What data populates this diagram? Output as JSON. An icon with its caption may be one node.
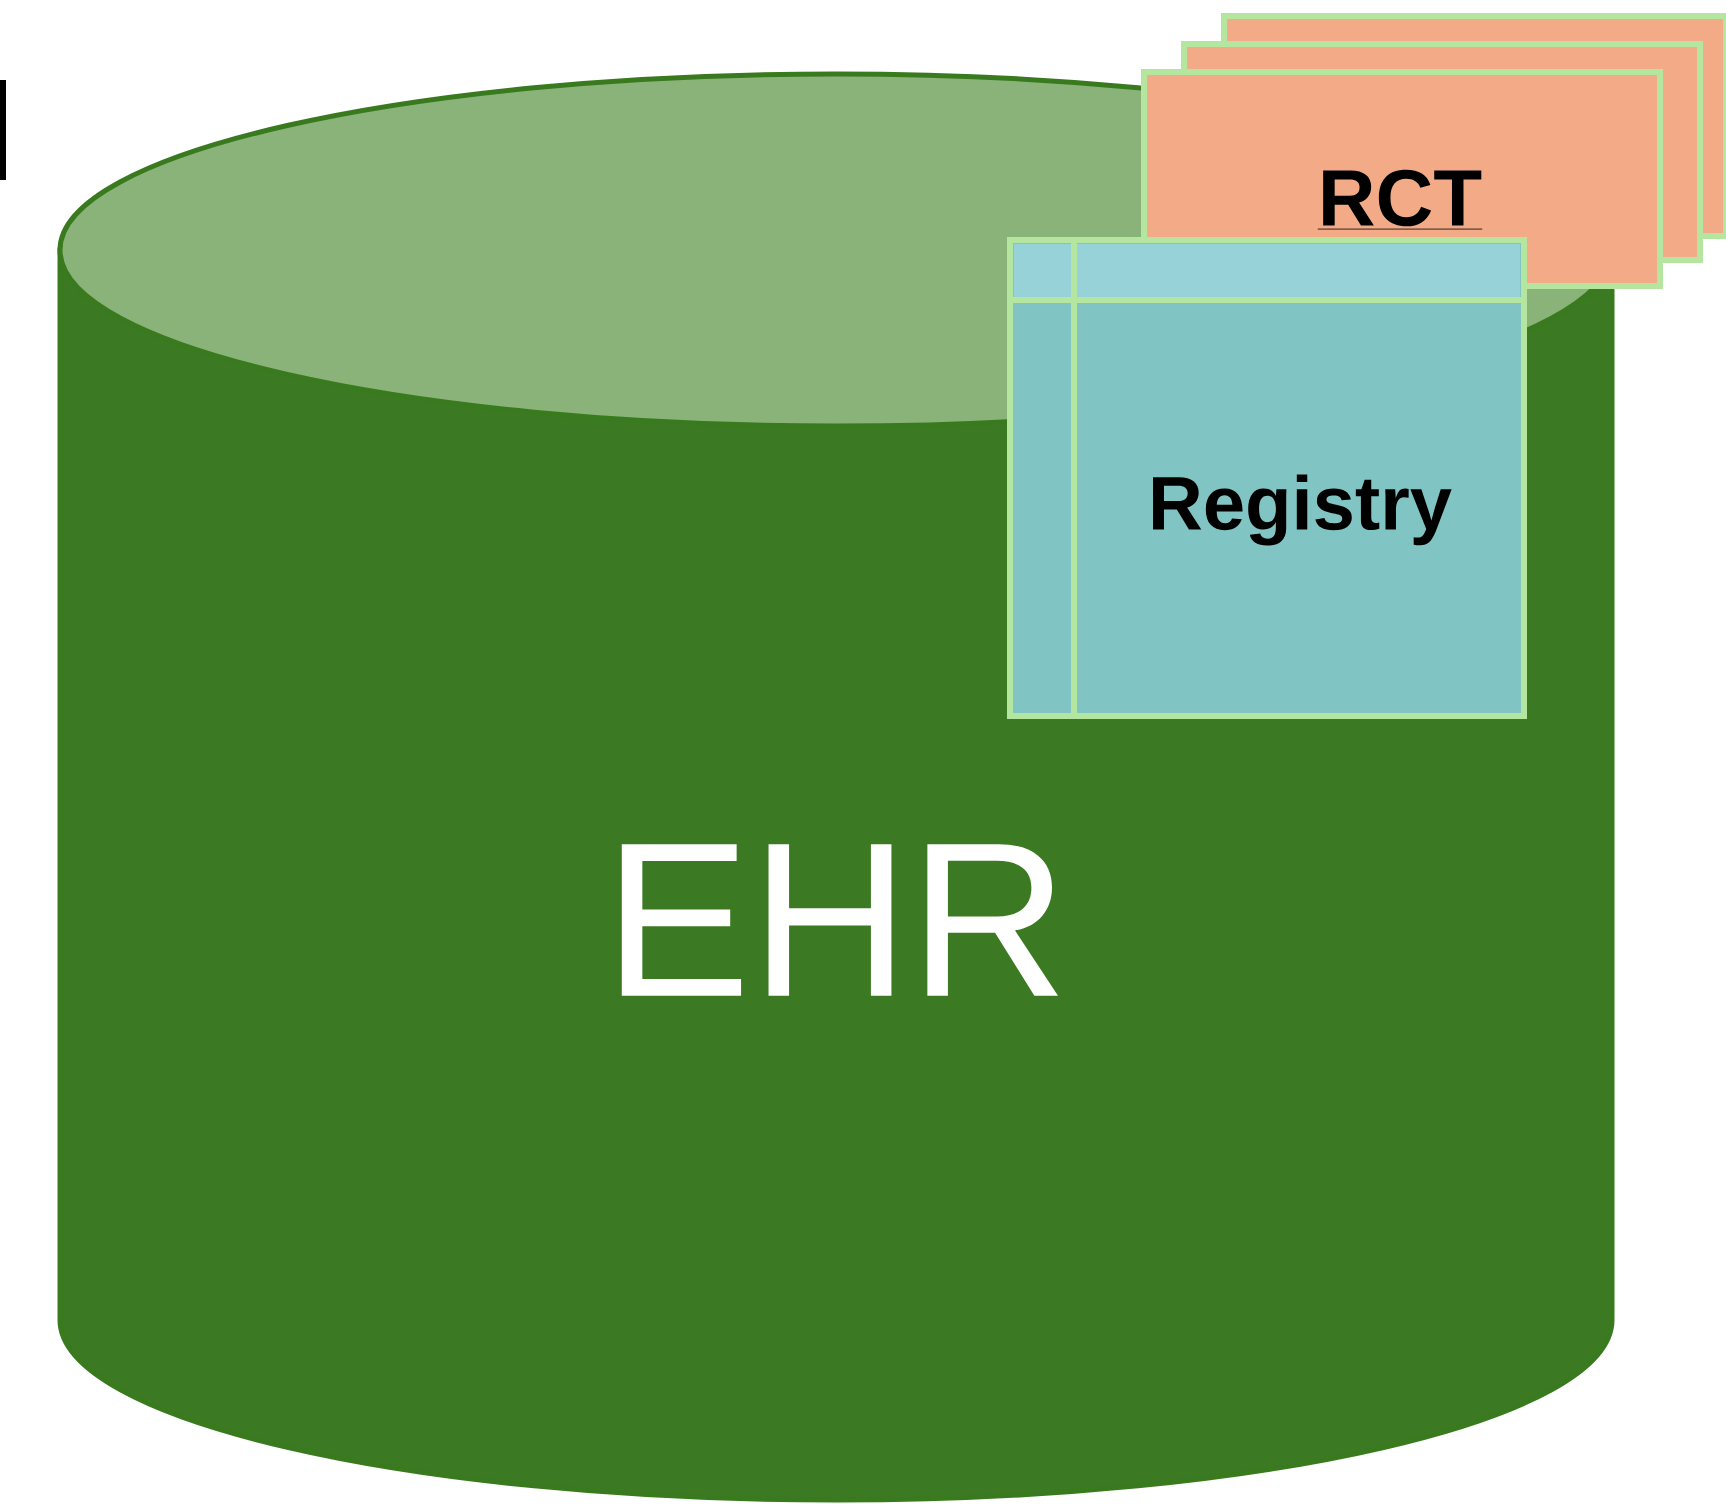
{
  "diagram": {
    "nodes": [
      {
        "text": [
          "EHR"
        ]
      },
      {
        "text": [
          "RCT"
        ]
      },
      {
        "text": [
          "Registry"
        ],
        "in": 0
      }
    ]
  }
}
